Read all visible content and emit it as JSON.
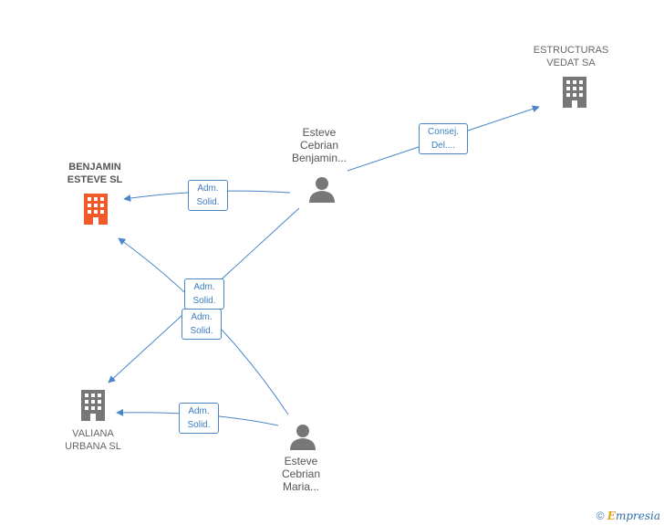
{
  "nodes": {
    "estructuras": {
      "line1": "ESTRUCTURAS",
      "line2": "VEDAT SA"
    },
    "benjamin": {
      "line1": "BENJAMIN",
      "line2": "ESTEVE SL"
    },
    "valiana": {
      "line1": "VALIANA",
      "line2": "URBANA SL"
    },
    "person_benjamin": {
      "line1": "Esteve",
      "line2": "Cebrian",
      "line3": "Benjamin..."
    },
    "person_maria": {
      "line1": "Esteve",
      "line2": "Cebrian",
      "line3": "Maria..."
    }
  },
  "edges": {
    "consej": {
      "line1": "Consej.",
      "line2": "Del...."
    },
    "adm_benjamin": {
      "line1": "Adm.",
      "line2": "Solid."
    },
    "adm_center_upper": {
      "line1": "Adm.",
      "line2": "Solid."
    },
    "adm_center_lower": {
      "line1": "Adm.",
      "line2": "Solid."
    },
    "adm_valiana": {
      "line1": "Adm.",
      "line2": "Solid."
    }
  },
  "footer": {
    "copyright": "©",
    "brand_first": "E",
    "brand_rest": "mpresia"
  },
  "colors": {
    "edge": "#4a86c8",
    "company": "#777777",
    "focus_company": "#f0592a",
    "person": "#777777"
  },
  "icons": {
    "company": "building-icon",
    "person": "person-icon"
  }
}
